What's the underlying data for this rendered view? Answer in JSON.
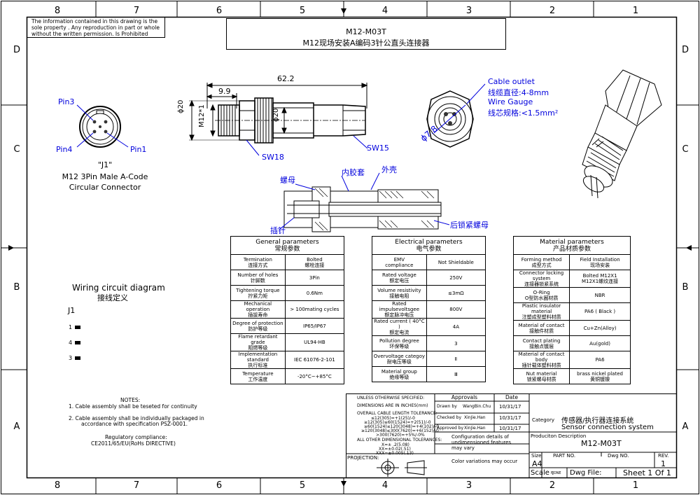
{
  "zones": {
    "cols_top": [
      "8",
      "7",
      "6",
      "5",
      "4",
      "3",
      "2",
      "1"
    ],
    "cols_bottom": [
      "8",
      "7",
      "6",
      "5",
      "4",
      "3",
      "2",
      "1"
    ],
    "rows_left": [
      "D",
      "C",
      "B",
      "A"
    ],
    "rows_right": [
      "D",
      "C",
      "B",
      "A"
    ]
  },
  "notice": [
    "The information contained in this drawing is the",
    "sole property . Any reproduction in part or whole",
    "without the written permission. Is Prohibited"
  ],
  "title": {
    "code": "M12-M03T",
    "desc": "M12现场安装A编码3针公直头连接器"
  },
  "dims": {
    "length": "62.2",
    "thread_len": "9.9",
    "d1": "ϕ20",
    "thread": "M12*1",
    "d2": "ϕ20",
    "sw18": "SW18",
    "sw15": "SW15",
    "d78": "ϕ7.8"
  },
  "face": {
    "pin3": "Pin3",
    "pin4": "Pin4",
    "pin1": "Pin1",
    "j1_label": "\"J1\"",
    "caption1": "M12 3Pin Male A-Code",
    "caption2": "Circular Connector"
  },
  "cable": {
    "line1": "Cable outlet",
    "line2": "线缆直径:4-8mm",
    "line3": "Wire Gauge",
    "line4": "线芯规格:<1.5mm²"
  },
  "section": {
    "nut": "螺母",
    "inner": "内胶套",
    "shell": "外壳",
    "pin": "插针",
    "rear_nut": "后锁紧螺母"
  },
  "wiring": {
    "title_en": "Wiring circuit diagram",
    "title_cn": "接线定义",
    "j1": "J1",
    "pins": [
      "1",
      "4",
      "3"
    ]
  },
  "general": {
    "title_en": "General parameters",
    "title_cn": "常规参数",
    "rows": [
      [
        "Termination",
        "连接方式",
        "Bolted",
        "螺栓连接"
      ],
      [
        "Number of holes",
        "针脚数",
        "3Pin",
        ""
      ],
      [
        "Tightening torque",
        "拧紧力矩",
        "0.6Nm",
        ""
      ],
      [
        "Mechanical operation",
        "插拔寿命",
        "> 100mating cycles",
        ""
      ],
      [
        "Degree of protection",
        "防护等级",
        "IP65/IP67",
        ""
      ],
      [
        "Flame retardant grade",
        "阻燃等级",
        "UL94-HB",
        ""
      ],
      [
        "Implementation standard",
        "执行标准",
        "IEC 61076-2-101",
        ""
      ],
      [
        "Temperature",
        "工作温度",
        "-20°C~+85°C",
        ""
      ]
    ]
  },
  "electrical": {
    "title_en": "Electrical parameters",
    "title_cn": "电气参数",
    "rows": [
      [
        "EMV",
        "compliance",
        "Not Shieldable",
        ""
      ],
      [
        "Rated voltage",
        "额定电压",
        "250V",
        ""
      ],
      [
        "Volume resistivity",
        "接触电阻",
        "≤3mΩ",
        ""
      ],
      [
        "Rated impulsevoltsgee",
        "额定脉冲电压",
        "800V",
        ""
      ],
      [
        "Rated current ( 40°C )",
        "额定电流",
        "4A",
        ""
      ],
      [
        "Pollution degree",
        "环保等级",
        "3",
        ""
      ],
      [
        "Overvoltage categoy",
        "耐电压等级",
        "Ⅱ",
        ""
      ],
      [
        "Material group",
        "绝缘等级",
        "Ⅲ",
        ""
      ]
    ]
  },
  "material": {
    "title_en": "Material parameters",
    "title_cn": "产品材质参数",
    "rows": [
      [
        "Forming method",
        "成型方式",
        "Field Installation",
        "现场安装"
      ],
      [
        "Connector locking system",
        "连接器锁紧系统",
        "Bolted M12X1",
        "M12X1螺纹连接"
      ],
      [
        "O-Ring",
        "O型防水圈材质",
        "NBR",
        ""
      ],
      [
        "Plastic insulator material",
        "注塑成型塑料材质",
        "PA6 ( Black )",
        ""
      ],
      [
        "Material of contact",
        "接触件材质",
        "Cu+Zn(Alloy)",
        ""
      ],
      [
        "Contact plating",
        "接触点镀层",
        "Au(gold)",
        ""
      ],
      [
        "Material of contact body",
        "插针载体塑料材质",
        "PA6",
        ""
      ],
      [
        "Nut material",
        "锁紧螺母材质",
        "brass nickel plated",
        "黄铜镀镍"
      ]
    ]
  },
  "notes": {
    "title": "NOTES:",
    "n1": "1. Cable assembly shall be teseted for continuity",
    "n2a": "2. Cable assembly shall be individually packaged in",
    "n2b": "accordance with  specification PSZ-0001.",
    "rc1": "Regulatory compliance:",
    "rc2": "CE2011/65/EU(RoHs DIRECTIVE)"
  },
  "titleblock": {
    "unless": "UNLESS OTHERWISE SPECIFIED:",
    "dims_in": "DIMENSIONS ARE IN INCHES(mm)",
    "overall": "OVERALL CABLE LENGTH TOLERANCE:",
    "tol": [
      "≤12(305)=+1(25)/-0",
      "≥12(305)≤60(1524)=+2(51)/-0",
      "≥60(1524)≤120(3048)=+4(102)/-0",
      "≥120(3048)≤300(7620)=+6(152)/-0",
      ">300(7620)=+5%/-0%"
    ],
    "other": "ALL OTHER DIMENSIONAL TOLERANCES:",
    "other_tol": [
      "X=± .2(5.08)",
      "XX=±0.02(.51)",
      "XXX=±0.005(.13)"
    ],
    "projection": "PROJECTION:",
    "approvals": "Approvals",
    "date": "Date",
    "drawn": "Drawn by",
    "drawn_name": "WangBin.Chu",
    "drawn_date": "10/31/17",
    "checked": "Checked by",
    "checked_name": "XinJie.Han",
    "checked_date": "10/31/17",
    "approved": "Approved by",
    "approved_name": "XinJie.Han",
    "approved_date": "10/31/17",
    "config1": "Configuration details of",
    "config2": "undimensioned features",
    "config3": "may vary",
    "color_var": "Color variations may occur",
    "category": "Category",
    "cat_cn": "传感器/执行器连接系统",
    "cat_en": "Sensor connection system",
    "prod_desc": "Produciton Description",
    "prod_code": "M12-M03T",
    "size": "Size",
    "size_val": "A4",
    "part_no": "PART NO.",
    "dwg_no": "Dwg NO.",
    "rev": "REV.",
    "rev_val": "1",
    "scale": "Scale :",
    "scale_val": "NONE",
    "dwg_file": "Dwg File:",
    "sheet": "Sheet 1 Of 1"
  }
}
